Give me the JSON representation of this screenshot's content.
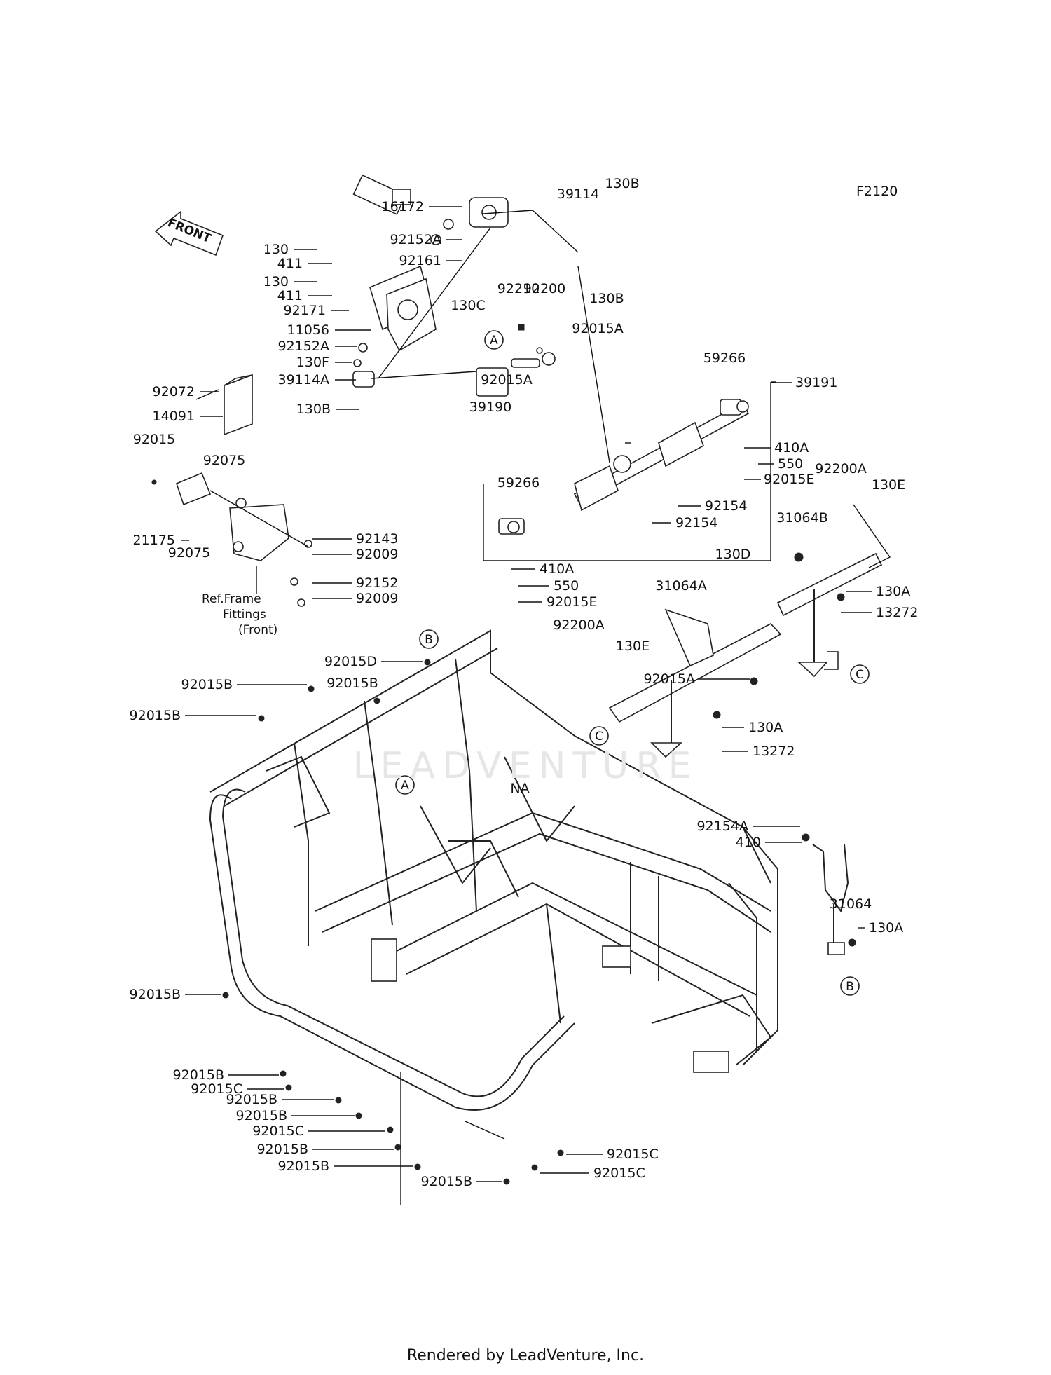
{
  "diagram_code": "F2120",
  "front_label": "FRONT",
  "ref_note": [
    "Ref.Frame",
    "Fittings",
    "(Front)"
  ],
  "footer": "Rendered by LeadVenture, Inc.",
  "watermark": "LEADVENTURE",
  "callouts": [
    "A",
    "B",
    "C"
  ],
  "part_labels": [
    "16172",
    "92152A",
    "92161",
    "130",
    "411",
    "130",
    "411",
    "92171",
    "11056",
    "92152A",
    "130F",
    "39114A",
    "130B",
    "130C",
    "92210",
    "92200",
    "39190",
    "39114",
    "130B",
    "130B",
    "92015A",
    "92015A",
    "59266",
    "39191",
    "410A",
    "550",
    "92015E",
    "92154",
    "92154",
    "59266",
    "410A",
    "550",
    "92015E",
    "92072",
    "14091",
    "92015",
    "92075",
    "21175",
    "92075",
    "92143",
    "92009",
    "92152",
    "92009",
    "92200A",
    "130E",
    "31064B",
    "130D",
    "130A",
    "13272",
    "31064A",
    "92200A",
    "130E",
    "92015A",
    "130A",
    "13272",
    "92015D",
    "92015B",
    "92015B",
    "92015B",
    "NA",
    "92154A",
    "410",
    "31064",
    "130A",
    "92015B",
    "92015B",
    "92015C",
    "92015B",
    "92015B",
    "92015C",
    "92015B",
    "92015B",
    "92015C",
    "92015C",
    "92015B"
  ]
}
